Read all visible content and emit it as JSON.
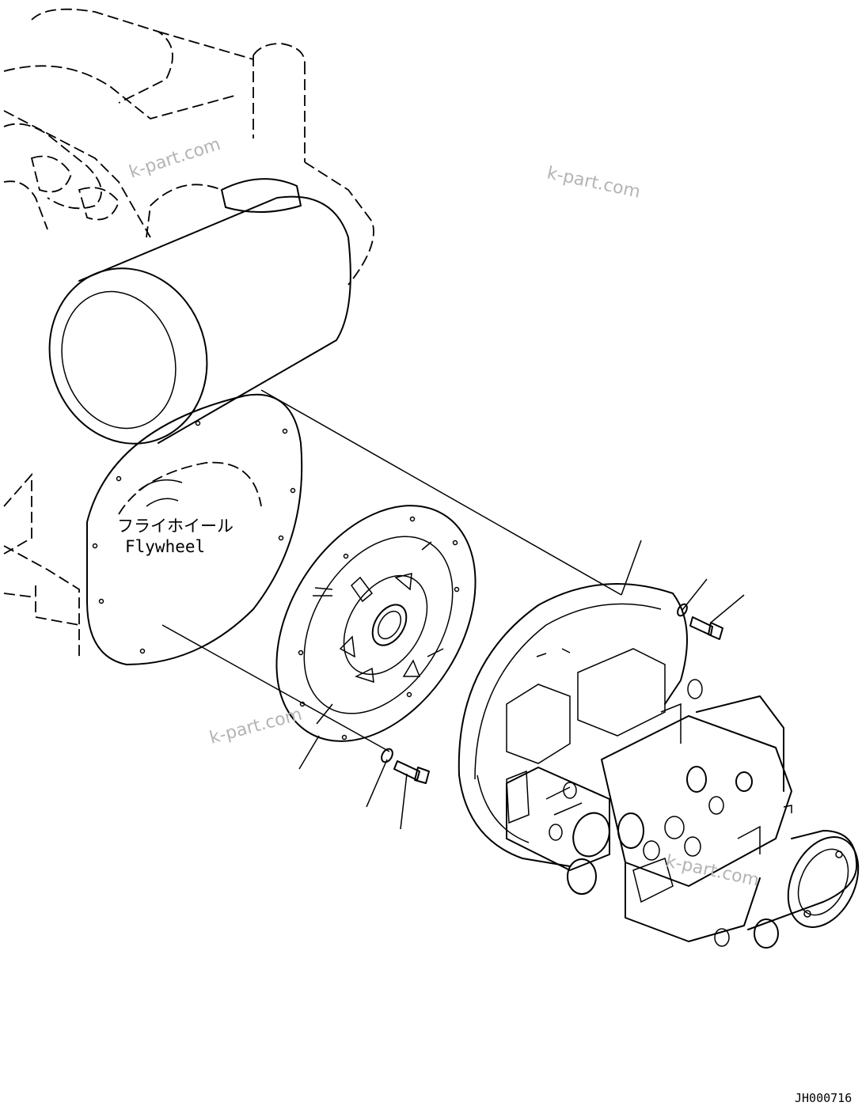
{
  "flywheel_label": {
    "japanese": "フライホイール",
    "english": "Flywheel"
  },
  "watermarks": [
    "k-part.com",
    "k-part.com",
    "k-part.com",
    "k-part.com"
  ],
  "drawing_code": "JH000716"
}
